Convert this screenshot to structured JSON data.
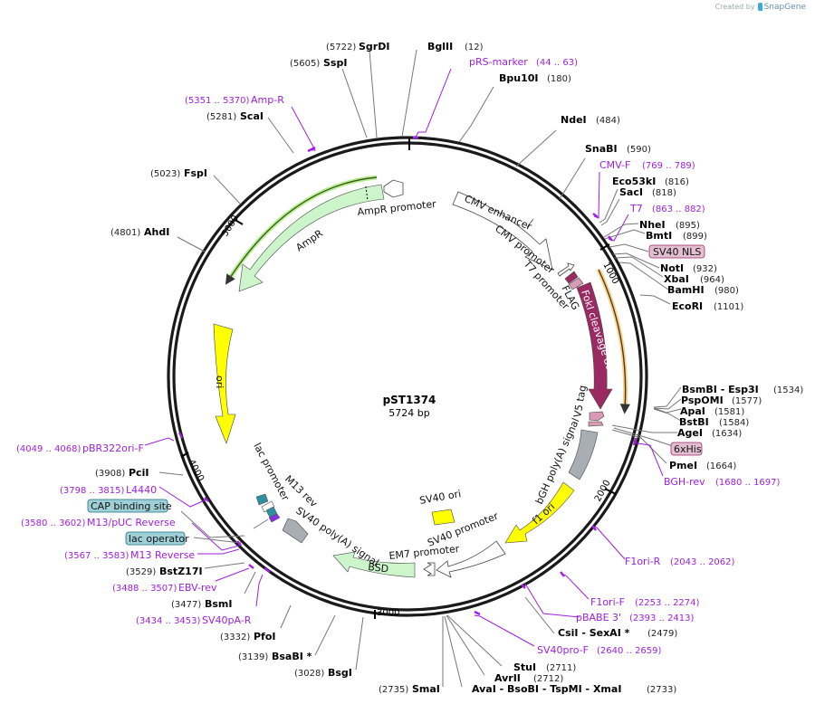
{
  "credit": {
    "prefix": "Created by",
    "brand": "SnapGene"
  },
  "plasmid": {
    "name": "pST1374",
    "length_label": "5724 bp",
    "length": 5724
  },
  "ticks": [
    {
      "label": "1000"
    },
    {
      "label": "2000"
    },
    {
      "label": "3000"
    },
    {
      "label": "4000"
    },
    {
      "label": "5000"
    }
  ],
  "enzymes": [
    {
      "name": "SgrDI",
      "pos": "(5722)"
    },
    {
      "name": "BglII",
      "pos": "(12)"
    },
    {
      "name": "SspI",
      "pos": "(5605)"
    },
    {
      "name": "Bpu10I",
      "pos": "(180)"
    },
    {
      "name": "NdeI",
      "pos": "(484)"
    },
    {
      "name": "SnaBI",
      "pos": "(590)"
    },
    {
      "name": "Eco53kI",
      "pos": "(816)"
    },
    {
      "name": "SacI",
      "pos": "(818)"
    },
    {
      "name": "NheI",
      "pos": "(895)"
    },
    {
      "name": "BmtI",
      "pos": "(899)"
    },
    {
      "name": "NotI",
      "pos": "(932)"
    },
    {
      "name": "XbaI",
      "pos": "(964)"
    },
    {
      "name": "BamHI",
      "pos": "(980)"
    },
    {
      "name": "EcoRI",
      "pos": "(1101)"
    },
    {
      "name": "BsmBI - Esp3I",
      "pos": "(1534)"
    },
    {
      "name": "PspOMI",
      "pos": "(1577)"
    },
    {
      "name": "ApaI",
      "pos": "(1581)"
    },
    {
      "name": "BstBI",
      "pos": "(1584)"
    },
    {
      "name": "AgeI",
      "pos": "(1634)"
    },
    {
      "name": "PmeI",
      "pos": "(1664)"
    },
    {
      "name": "CsiI - SexAI *",
      "pos": "(2479)"
    },
    {
      "name": "StuI",
      "pos": "(2711)"
    },
    {
      "name": "AvrII",
      "pos": "(2712)"
    },
    {
      "name": "AvaI - BsoBI - TspMI - XmaI",
      "pos": "(2733)"
    },
    {
      "name": "SmaI",
      "pos": "(2735)"
    },
    {
      "name": "BsgI",
      "pos": "(3028)"
    },
    {
      "name": "BsaBI *",
      "pos": "(3139)"
    },
    {
      "name": "PfoI",
      "pos": "(3332)"
    },
    {
      "name": "BsmI",
      "pos": "(3477)"
    },
    {
      "name": "BstZ17I",
      "pos": "(3529)"
    },
    {
      "name": "PciI",
      "pos": "(3908)"
    },
    {
      "name": "AhdI",
      "pos": "(4801)"
    },
    {
      "name": "FspI",
      "pos": "(5023)"
    },
    {
      "name": "ScaI",
      "pos": "(5281)"
    }
  ],
  "primers": [
    {
      "name": "pRS-marker",
      "range": "(44 .. 63)"
    },
    {
      "name": "CMV-F",
      "range": "(769 .. 789)"
    },
    {
      "name": "T7",
      "range": "(863 .. 882)"
    },
    {
      "name": "BGH-rev",
      "range": "(1680 .. 1697)"
    },
    {
      "name": "F1ori-R",
      "range": "(2043 .. 2062)"
    },
    {
      "name": "F1ori-F",
      "range": "(2253 .. 2274)"
    },
    {
      "name": "pBABE 3'",
      "range": "(2393 .. 2413)"
    },
    {
      "name": "SV40pro-F",
      "range": "(2640 .. 2659)"
    },
    {
      "name": "SV40pA-R",
      "range": "(3434 .. 3453)"
    },
    {
      "name": "EBV-rev",
      "range": "(3488 .. 3507)"
    },
    {
      "name": "M13 Reverse",
      "range": "(3567 .. 3583)"
    },
    {
      "name": "M13/pUC Reverse",
      "range": "(3580 .. 3602)"
    },
    {
      "name": "L4440",
      "range": "(3798 .. 3815)"
    },
    {
      "name": "pBR322ori-F",
      "range": "(4049 .. 4068)"
    },
    {
      "name": "Amp-R",
      "range": "(5351 .. 5370)"
    }
  ],
  "boxed_features": [
    {
      "name": "SV40 NLS",
      "color": "#e2bfd0"
    },
    {
      "name": "6xHis",
      "color": "#e2bfd0"
    },
    {
      "name": "CAP binding site",
      "color": "#9fd0d8"
    },
    {
      "name": "lac operator",
      "color": "#9fd0d8"
    }
  ],
  "features": {
    "cmv_enhancer": "CMV enhancer",
    "cmv_promoter": "CMV promoter",
    "t7_promoter": "T7 promoter",
    "flag": "FLAG",
    "foki": "FokI cleavage domain",
    "v5": "V5 tag",
    "bgh": "bGH poly(A) signal",
    "f1ori": "f1 ori",
    "sv40_promoter": "SV40 promoter",
    "sv40_ori": "SV40 ori",
    "em7": "EM7 promoter",
    "bsd": "BSD",
    "sv40pa": "SV40 poly(A) signal",
    "m13rev": "M13 rev",
    "lac_promoter": "lac promoter",
    "ori": "ori",
    "ampr": "AmpR",
    "ampr_promoter": "AmpR promoter"
  },
  "colors": {
    "backbone": "#1a1a1a",
    "primer": "#a01fe0",
    "foki": "#9b2a62",
    "ori": "#ffff00",
    "ampr": "#ccf5cc",
    "orf_outline": "#ffc27a",
    "grey_feature": "#a8aeb4",
    "lac": "#2f8ea0"
  }
}
